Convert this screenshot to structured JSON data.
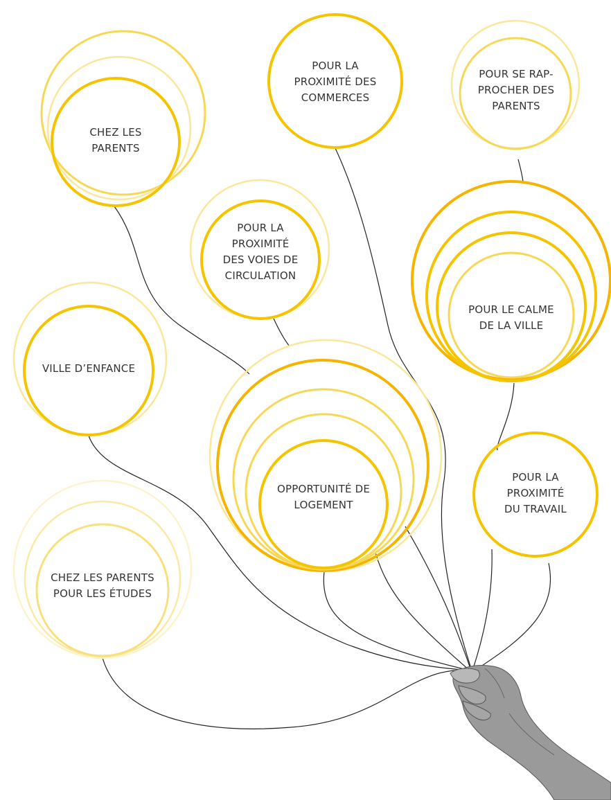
{
  "colors": {
    "ring_primary": "#f5c400",
    "ring_secondary": "#f7d855",
    "ring_faint": "#fae79a",
    "string": "#222222",
    "label_text": "#333333"
  },
  "bubbles": [
    {
      "id": "chez-les-parents",
      "label": "CHEZ LES\nPARENTS"
    },
    {
      "id": "proximite-commerces",
      "label": "POUR LA\nPROXIMITÉ DES\nCOMMERCES"
    },
    {
      "id": "rapprocher-parents",
      "label": "POUR SE RAP-\nPROCHER DES\nPARENTS"
    },
    {
      "id": "voies-circulation",
      "label": "POUR LA\nPROXIMITÉ\nDES VOIES DE\nCIRCULATION"
    },
    {
      "id": "calme-ville",
      "label": "POUR LE CALME\nDE LA VILLE"
    },
    {
      "id": "ville-enfance",
      "label": "VILLE D’ENFANCE"
    },
    {
      "id": "opportunite-logement",
      "label": "OPPORTUNITÉ DE\nLOGEMENT"
    },
    {
      "id": "proximite-travail",
      "label": "POUR LA\nPROXIMITÉ\nDU TRAVAIL"
    },
    {
      "id": "parents-etudes",
      "label": "CHEZ LES PARENTS\nPOUR LES ÉTUDES"
    }
  ],
  "hand": {
    "icon": "hand-holding-strings-icon"
  }
}
